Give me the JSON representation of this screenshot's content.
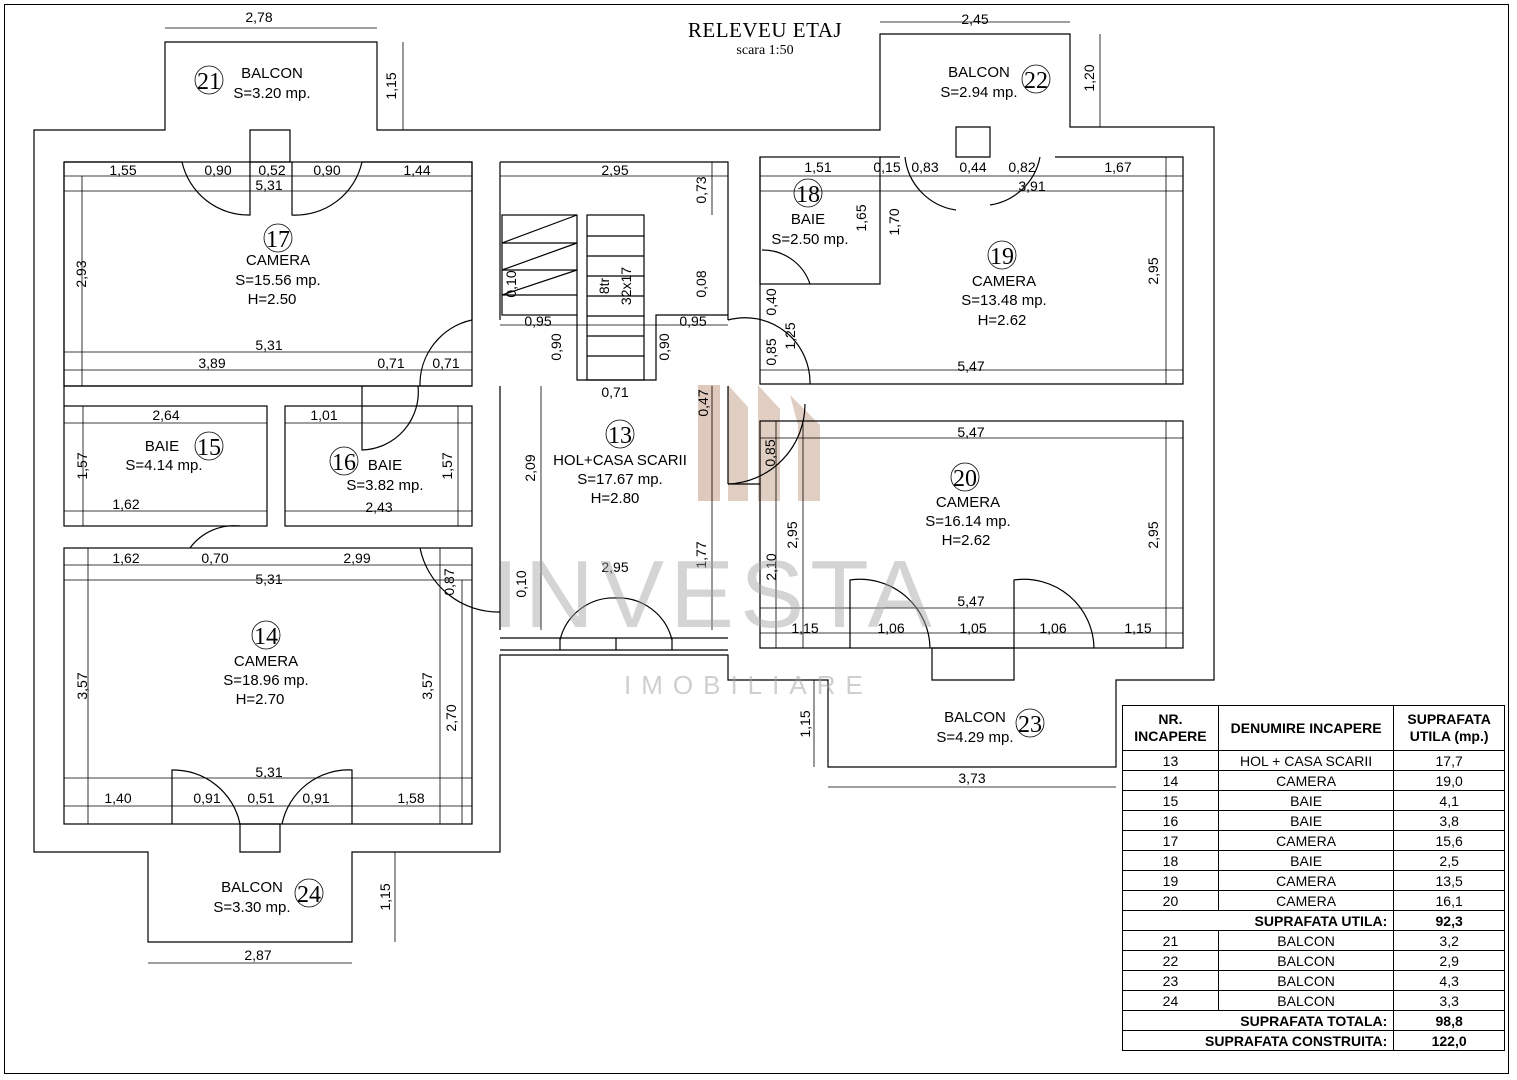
{
  "header": {
    "title": "RELEVEU ETAJ",
    "subtitle": "scara 1:50"
  },
  "watermark": {
    "name": "INVESTA",
    "sub": "IMOBILIARE",
    "color": "#c9a58f"
  },
  "rooms": [
    {
      "id": "r13",
      "num": "13",
      "name": "HOL+CASA SCARII",
      "area": "S=17.67 mp.",
      "height": "H=2.80"
    },
    {
      "id": "r14",
      "num": "14",
      "name": "CAMERA",
      "area": "S=18.96 mp.",
      "height": "H=2.70"
    },
    {
      "id": "r15",
      "num": "15",
      "name": "BAIE",
      "area": "S=4.14 mp.",
      "height": ""
    },
    {
      "id": "r16",
      "num": "16",
      "name": "BAIE",
      "area": "S=3.82 mp.",
      "height": ""
    },
    {
      "id": "r17",
      "num": "17",
      "name": "CAMERA",
      "area": "S=15.56 mp.",
      "height": "H=2.50"
    },
    {
      "id": "r18",
      "num": "18",
      "name": "BAIE",
      "area": "S=2.50 mp.",
      "height": ""
    },
    {
      "id": "r19",
      "num": "19",
      "name": "CAMERA",
      "area": "S=13.48 mp.",
      "height": "H=2.62"
    },
    {
      "id": "r20",
      "num": "20",
      "name": "CAMERA",
      "area": "S=16.14 mp.",
      "height": "H=2.62"
    },
    {
      "id": "r21",
      "num": "21",
      "name": "BALCON",
      "area": "S=3.20 mp.",
      "height": ""
    },
    {
      "id": "r22",
      "num": "22",
      "name": "BALCON",
      "area": "S=2.94 mp.",
      "height": ""
    },
    {
      "id": "r23",
      "num": "23",
      "name": "BALCON",
      "area": "S=4.29 mp.",
      "height": ""
    },
    {
      "id": "r24",
      "num": "24",
      "name": "BALCON",
      "area": "S=3.30 mp.",
      "height": ""
    }
  ],
  "stairs": {
    "steps": "8tr",
    "size": "32x17"
  },
  "dimensions": {
    "d_2_78": "2,78",
    "d_1_15a": "1,15",
    "d_2_45": "2,45",
    "d_1_20": "1,20",
    "d_1_55": "1,55",
    "d_0_90a": "0,90",
    "d_0_52": "0,52",
    "d_0_90b": "0,90",
    "d_1_44": "1,44",
    "d_5_31a": "5,31",
    "d_2_93": "2,93",
    "d_5_31b": "5,31",
    "d_3_89": "3,89",
    "d_0_71a": "0,71",
    "d_0_71b": "0,71",
    "d_2_95a": "2,95",
    "d_0_73": "0,73",
    "d_0_10a": "0,10",
    "d_0_08": "0,08",
    "d_0_95a": "0,95",
    "d_0_95b": "0,95",
    "d_0_90c": "0,90",
    "d_0_90d": "0,90",
    "d_0_71c": "0,71",
    "d_1_51": "1,51",
    "d_0_15": "0,15",
    "d_0_83": "0,83",
    "d_0_44": "0,44",
    "d_0_82": "0,82",
    "d_1_67": "1,67",
    "d_3_91": "3,91",
    "d_1_65": "1,65",
    "d_1_70": "1,70",
    "d_2_95b": "2,95",
    "d_0_40": "0,40",
    "d_1_25": "1,25",
    "d_0_85a": "0,85",
    "d_5_47a": "5,47",
    "d_0_47": "0,47",
    "d_5_47b": "5,47",
    "d_0_85b": "0,85",
    "d_2_64": "2,64",
    "d_1_01": "1,01",
    "d_1_57a": "1,57",
    "d_1_57b": "1,57",
    "d_1_62a": "1,62",
    "d_2_43": "2,43",
    "d_2_09": "2,09",
    "d_2_95c": "2,95",
    "d_2_95d": "2,95",
    "d_2_10": "2,10",
    "d_1_77": "1,77",
    "d_1_62b": "1,62",
    "d_0_70": "0,70",
    "d_2_99": "2,99",
    "d_5_31c": "5,31",
    "d_0_87": "0,87",
    "d_0_10b": "0,10",
    "d_2_95e": "2,95",
    "d_5_47c": "5,47",
    "d_1_15b": "1,15",
    "d_1_06a": "1,06",
    "d_1_05": "1,05",
    "d_1_06b": "1,06",
    "d_1_15c": "1,15",
    "d_3_57a": "3,57",
    "d_3_57b": "3,57",
    "d_2_70": "2,70",
    "d_5_31d": "5,31",
    "d_1_40": "1,40",
    "d_0_91a": "0,91",
    "d_0_51": "0,51",
    "d_0_91b": "0,91",
    "d_1_58": "1,58",
    "d_1_15d": "1,15",
    "d_3_73": "3,73",
    "d_1_15e": "1,15",
    "d_2_87": "2,87"
  },
  "table": {
    "headers": [
      "NR.\nINCAPERE",
      "DENUMIRE INCAPERE",
      "SUPRAFATA\nUTILA (mp.)"
    ],
    "rows_util": [
      [
        "13",
        "HOL + CASA SCARII",
        "17,7"
      ],
      [
        "14",
        "CAMERA",
        "19,0"
      ],
      [
        "15",
        "BAIE",
        "4,1"
      ],
      [
        "16",
        "BAIE",
        "3,8"
      ],
      [
        "17",
        "CAMERA",
        "15,6"
      ],
      [
        "18",
        "BAIE",
        "2,5"
      ],
      [
        "19",
        "CAMERA",
        "13,5"
      ],
      [
        "20",
        "CAMERA",
        "16,1"
      ]
    ],
    "util_label": "SUPRAFATA UTILA:",
    "util_value": "92,3",
    "rows_balcon": [
      [
        "21",
        "BALCON",
        "3,2"
      ],
      [
        "22",
        "BALCON",
        "2,9"
      ],
      [
        "23",
        "BALCON",
        "4,3"
      ],
      [
        "24",
        "BALCON",
        "3,3"
      ]
    ],
    "total_label": "SUPRAFATA TOTALA:",
    "total_value": "98,8",
    "built_label": "SUPRAFATA CONSTRUITA:",
    "built_value": "122,0"
  }
}
